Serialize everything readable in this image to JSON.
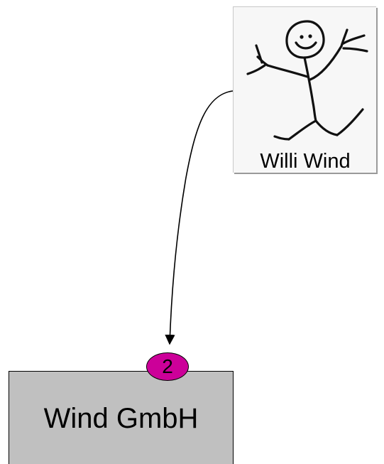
{
  "person": {
    "name": "Willi Wind",
    "icon": "stick-figure-icon"
  },
  "company": {
    "name": "Wind GmbH",
    "fill_color": "#c0c0c0"
  },
  "link": {
    "badge": "2",
    "badge_color": "#cc0099"
  }
}
